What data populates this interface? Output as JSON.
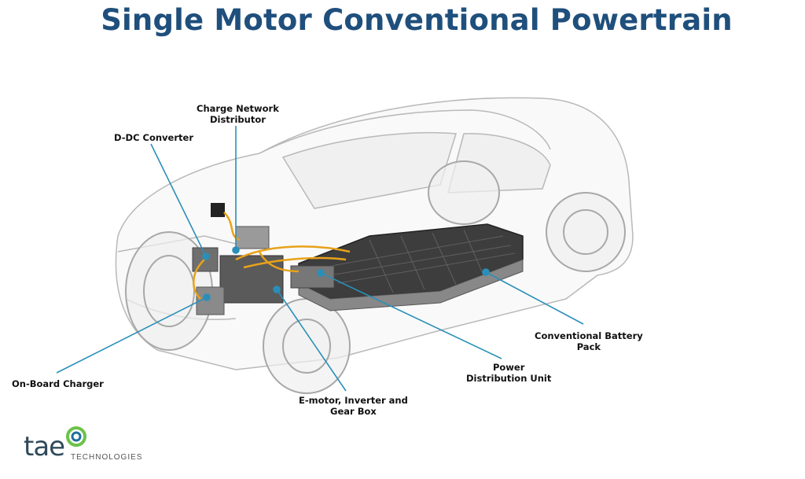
{
  "title": "Single Motor Conventional Powertrain",
  "labels": {
    "charge_network": [
      "Charge Network",
      "Distributor"
    ],
    "ddc_converter": [
      "D-DC Converter"
    ],
    "onboard_charger": [
      "On-Board Charger"
    ],
    "emotor": [
      "E-motor, Inverter and",
      "Gear Box"
    ],
    "pdu": [
      "Power",
      "Distribution Unit"
    ],
    "battery": [
      "Conventional Battery",
      "Pack"
    ]
  },
  "logo": {
    "text": "tae",
    "subtext": "TECHNOLOGIES"
  },
  "colors": {
    "title": "#1f4f7c",
    "leader": "#2a8fb8",
    "cable": "#e8a21a",
    "logo_green": "#6cc24a",
    "logo_blue": "#1f6f9f"
  }
}
